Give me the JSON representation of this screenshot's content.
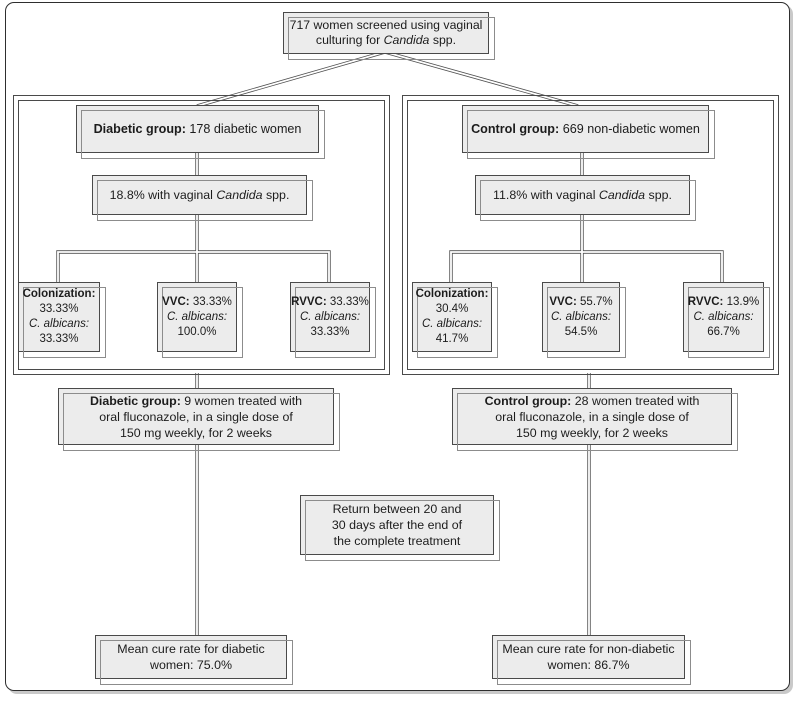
{
  "top_box": {
    "line1": "717 women screened using vaginal",
    "line2_pre": "culturing for ",
    "line2_italic": "Candida",
    "line2_post": " spp."
  },
  "groups": [
    {
      "name": "diabetic",
      "header_bold": "Diabetic group:",
      "header_rest": " 178 diabetic women",
      "prevalence_pre": "18.8% with vaginal ",
      "prevalence_italic": "Candida",
      "prevalence_post": " spp.",
      "outcomes": [
        {
          "label": "Colonization:",
          "value": "33.33%",
          "species_label": "C. albicans:",
          "species_value": "33.33%"
        },
        {
          "label": "VVC:",
          "value": "33.33%",
          "species_label": "C. albicans:",
          "species_value": "100.0%"
        },
        {
          "label": "RVVC:",
          "value": "33.33%",
          "species_label": "C. albicans:",
          "species_value": "33.33%"
        }
      ],
      "treatment_line1_bold": "Diabetic group:",
      "treatment_line1_rest": " 9 women treated with",
      "treatment_line2": "oral fluconazole, in a single dose of",
      "treatment_line3": "150 mg weekly, for 2 weeks",
      "cure_line1": "Mean cure rate for diabetic",
      "cure_line2": "women: 75.0%"
    },
    {
      "name": "control",
      "header_bold": "Control group:",
      "header_rest": " 669 non-diabetic women",
      "prevalence_pre": "11.8% with vaginal ",
      "prevalence_italic": "Candida",
      "prevalence_post": " spp.",
      "outcomes": [
        {
          "label": "Colonization:",
          "value": "30.4%",
          "species_label": "C. albicans:",
          "species_value": "41.7%"
        },
        {
          "label": "VVC:",
          "value": "55.7%",
          "species_label": "C. albicans:",
          "species_value": "54.5%"
        },
        {
          "label": "RVVC:",
          "value": "13.9%",
          "species_label": "C. albicans:",
          "species_value": "66.7%"
        }
      ],
      "treatment_line1_bold": "Control group:",
      "treatment_line1_rest": " 28 women treated with",
      "treatment_line2": "oral fluconazole, in a single dose of",
      "treatment_line3": "150 mg weekly, for 2 weeks",
      "cure_line1": "Mean cure rate for non-diabetic",
      "cure_line2": "women: 86.7%"
    }
  ],
  "return_box": {
    "line1": "Return between 20 and",
    "line2": "30 days after the end of",
    "line3": "the complete treatment"
  },
  "colors": {
    "box_fill": "#ececec",
    "box_border": "#4a4a4a",
    "shadow_border": "#8c8c8c",
    "connector_line": "#4f4f4f"
  }
}
